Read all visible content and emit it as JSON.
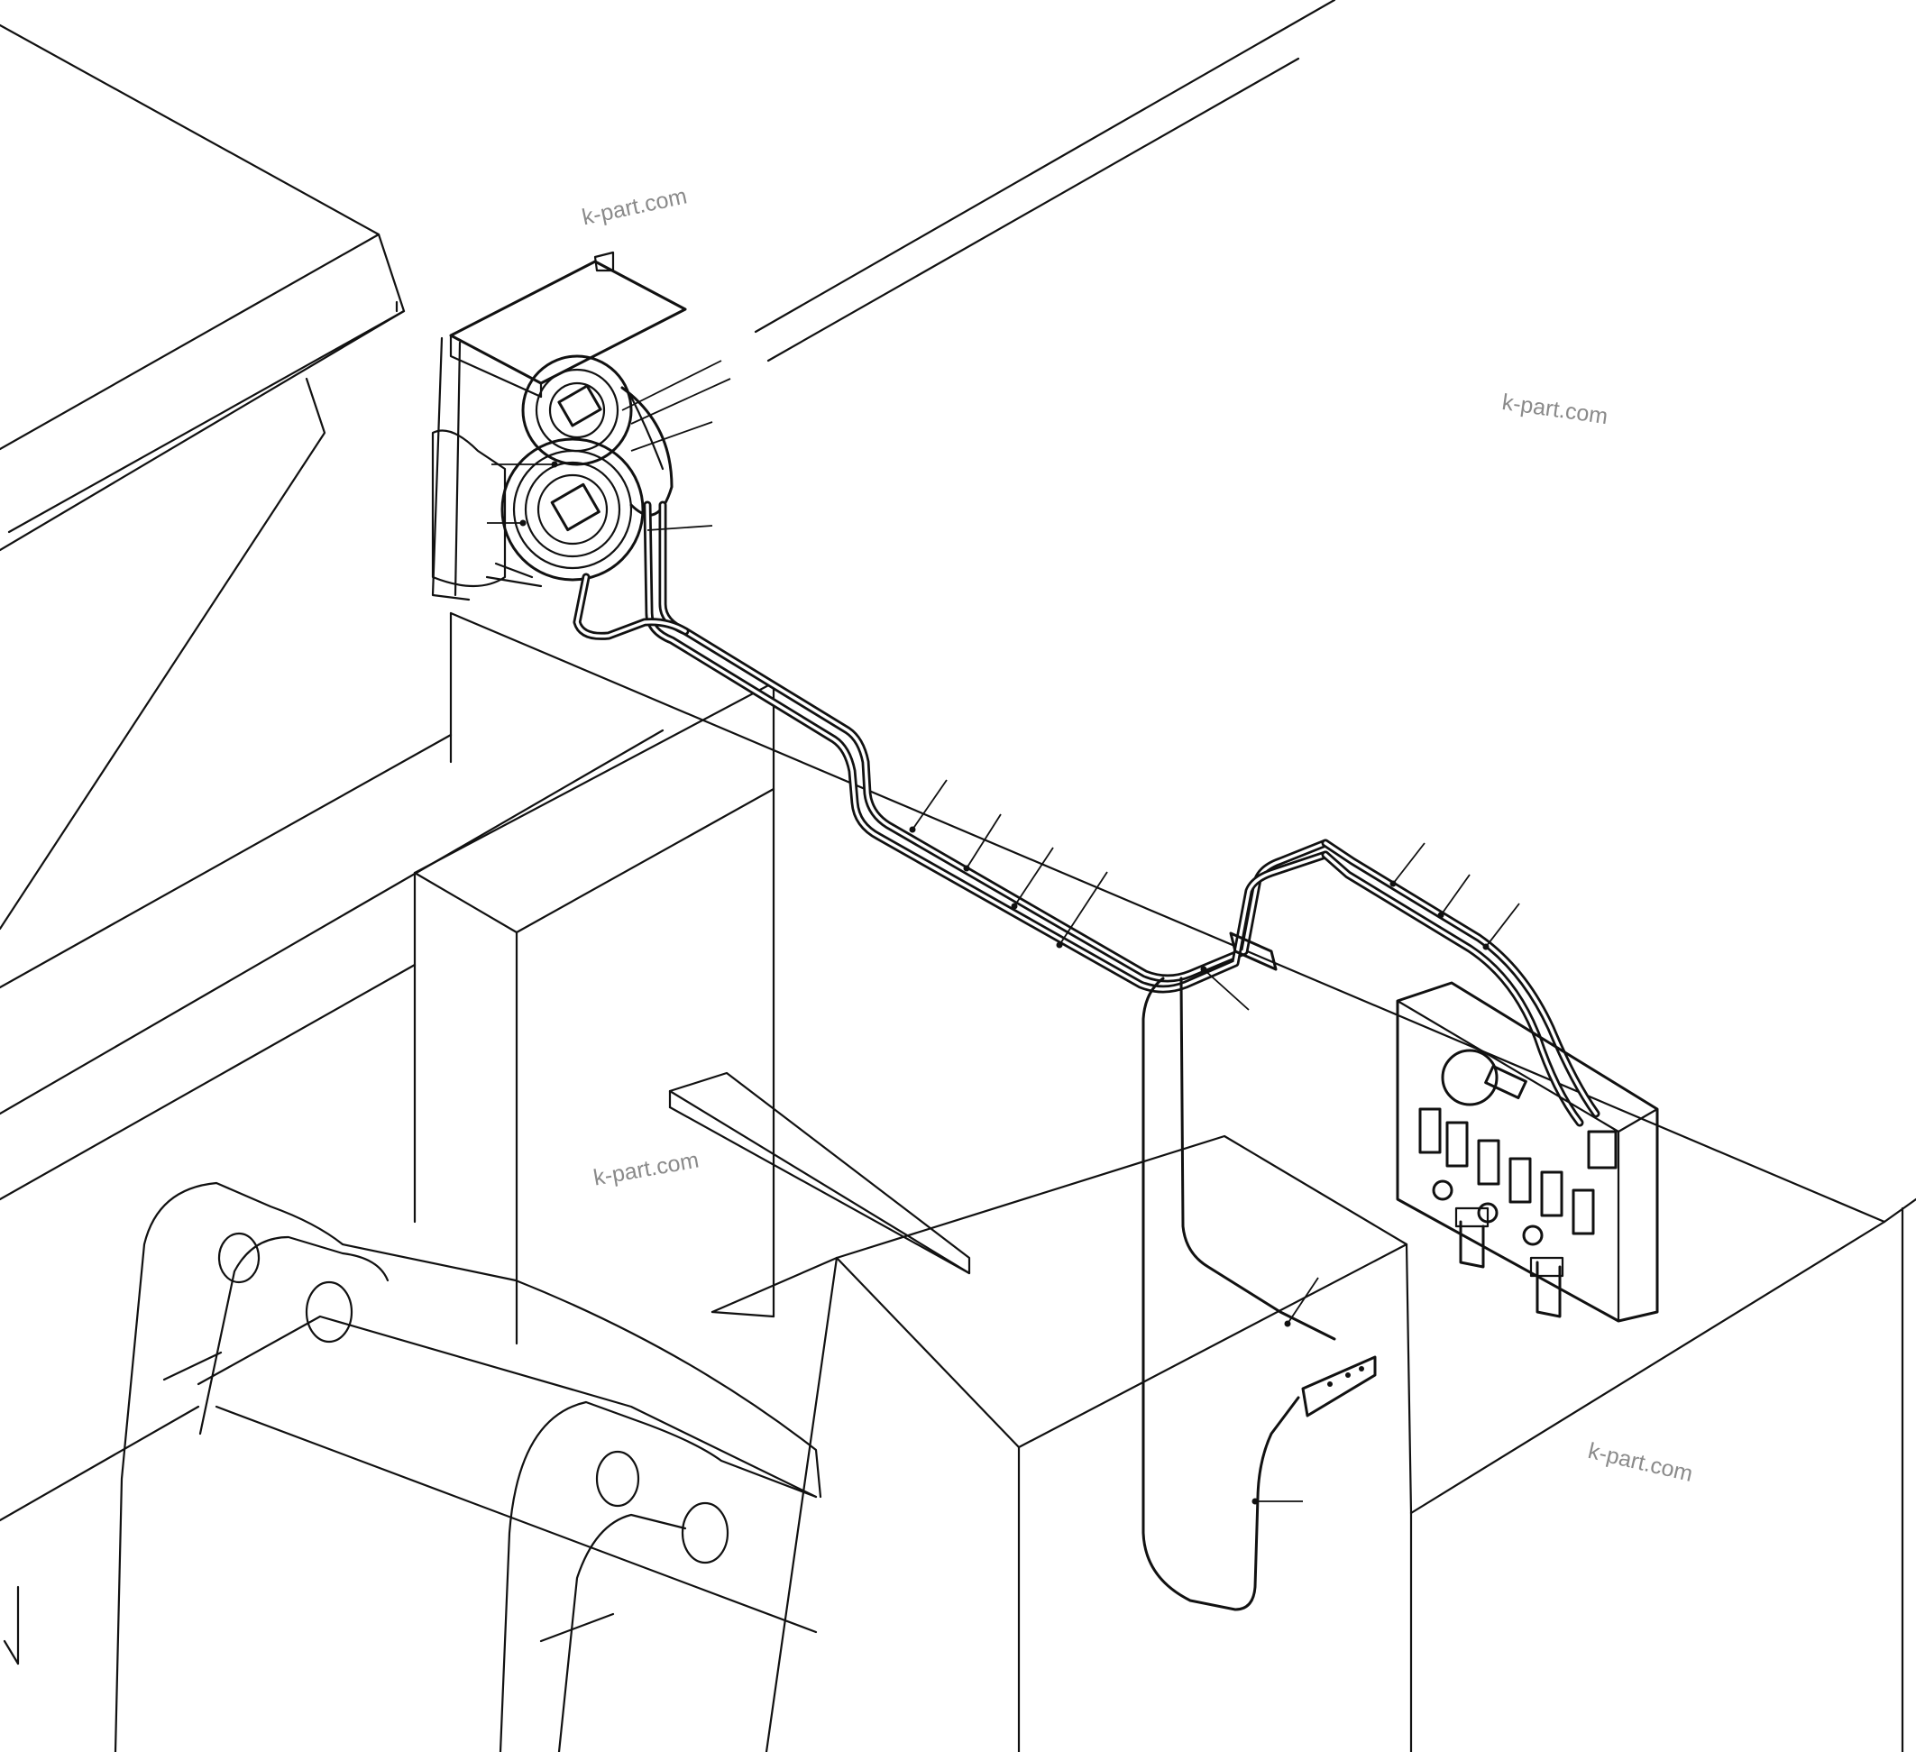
{
  "watermarks": [
    "k-part.com",
    "k-part.com",
    "k-part.com",
    "k-part.com"
  ],
  "colors": {
    "line": "#111111",
    "background": "#ffffff",
    "watermark": "#8a8a8a"
  }
}
